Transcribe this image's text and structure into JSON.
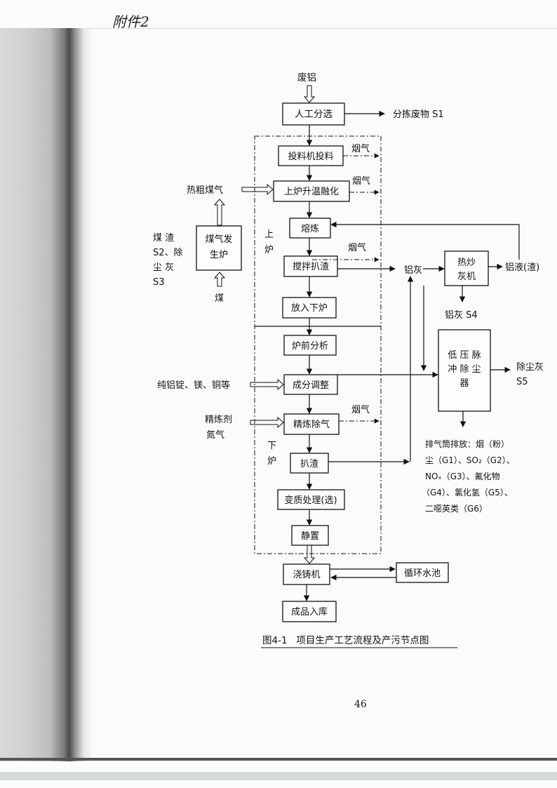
{
  "handwritten_note": "附件2",
  "page_number": "46",
  "caption": "图4-1   项目生产工艺流程及产污节点图",
  "nodes": {
    "input_scrap": "废铝",
    "manual_sort": "人工分选",
    "sort_waste": "分拣废物 S1",
    "feeder": "投料机投料",
    "upper_heat": "上炉升温融化",
    "hot_gas": "热粗煤气",
    "gas_gen_1": "煤气发",
    "gas_gen_2": "生炉",
    "slag_1": "煤  渣",
    "slag_2": "S2、除",
    "slag_3": "尘  灰",
    "slag_4": "S3",
    "coal": "煤",
    "smelt": "熔炼",
    "upper_furnace_1": "上",
    "upper_furnace_2": "炉",
    "stir": "搅拌扒渣",
    "into_lower": "放入下炉",
    "al_ash": "铝灰",
    "hot_fry_1": "热炒",
    "hot_fry_2": "灰机",
    "al_liquid": "铝液(渣)",
    "al_ash_s4": "铝灰 S4",
    "pre_analysis": "炉前分析",
    "dust_1": "低 压 脉",
    "dust_2": "冲 除 尘",
    "dust_3": "器",
    "dust_ash_1": "除尘灰",
    "dust_ash_2": "S5",
    "pure_al": "纯铝锭、镁、铜等",
    "composition": "成分调整",
    "refiner_1": "精炼剂",
    "refiner_2": "氮气",
    "refine_degas": "精炼除气",
    "lower_furnace_1": "下",
    "lower_furnace_2": "炉",
    "skim": "扒渣",
    "modify": "变质处理(选)",
    "settle": "静置",
    "casting": "浇铸机",
    "water_pool": "循环水池",
    "storage": "成品入库",
    "flue_gas": "烟气",
    "emission_1": "排气筒排放：烟（粉）",
    "emission_2": "尘（G1）、SO₂（G2）、",
    "emission_3": "NOₓ（G3）、氟化物",
    "emission_4": "（G4）、氯化氢（G5）、",
    "emission_5": "二噁英类（G6）"
  }
}
